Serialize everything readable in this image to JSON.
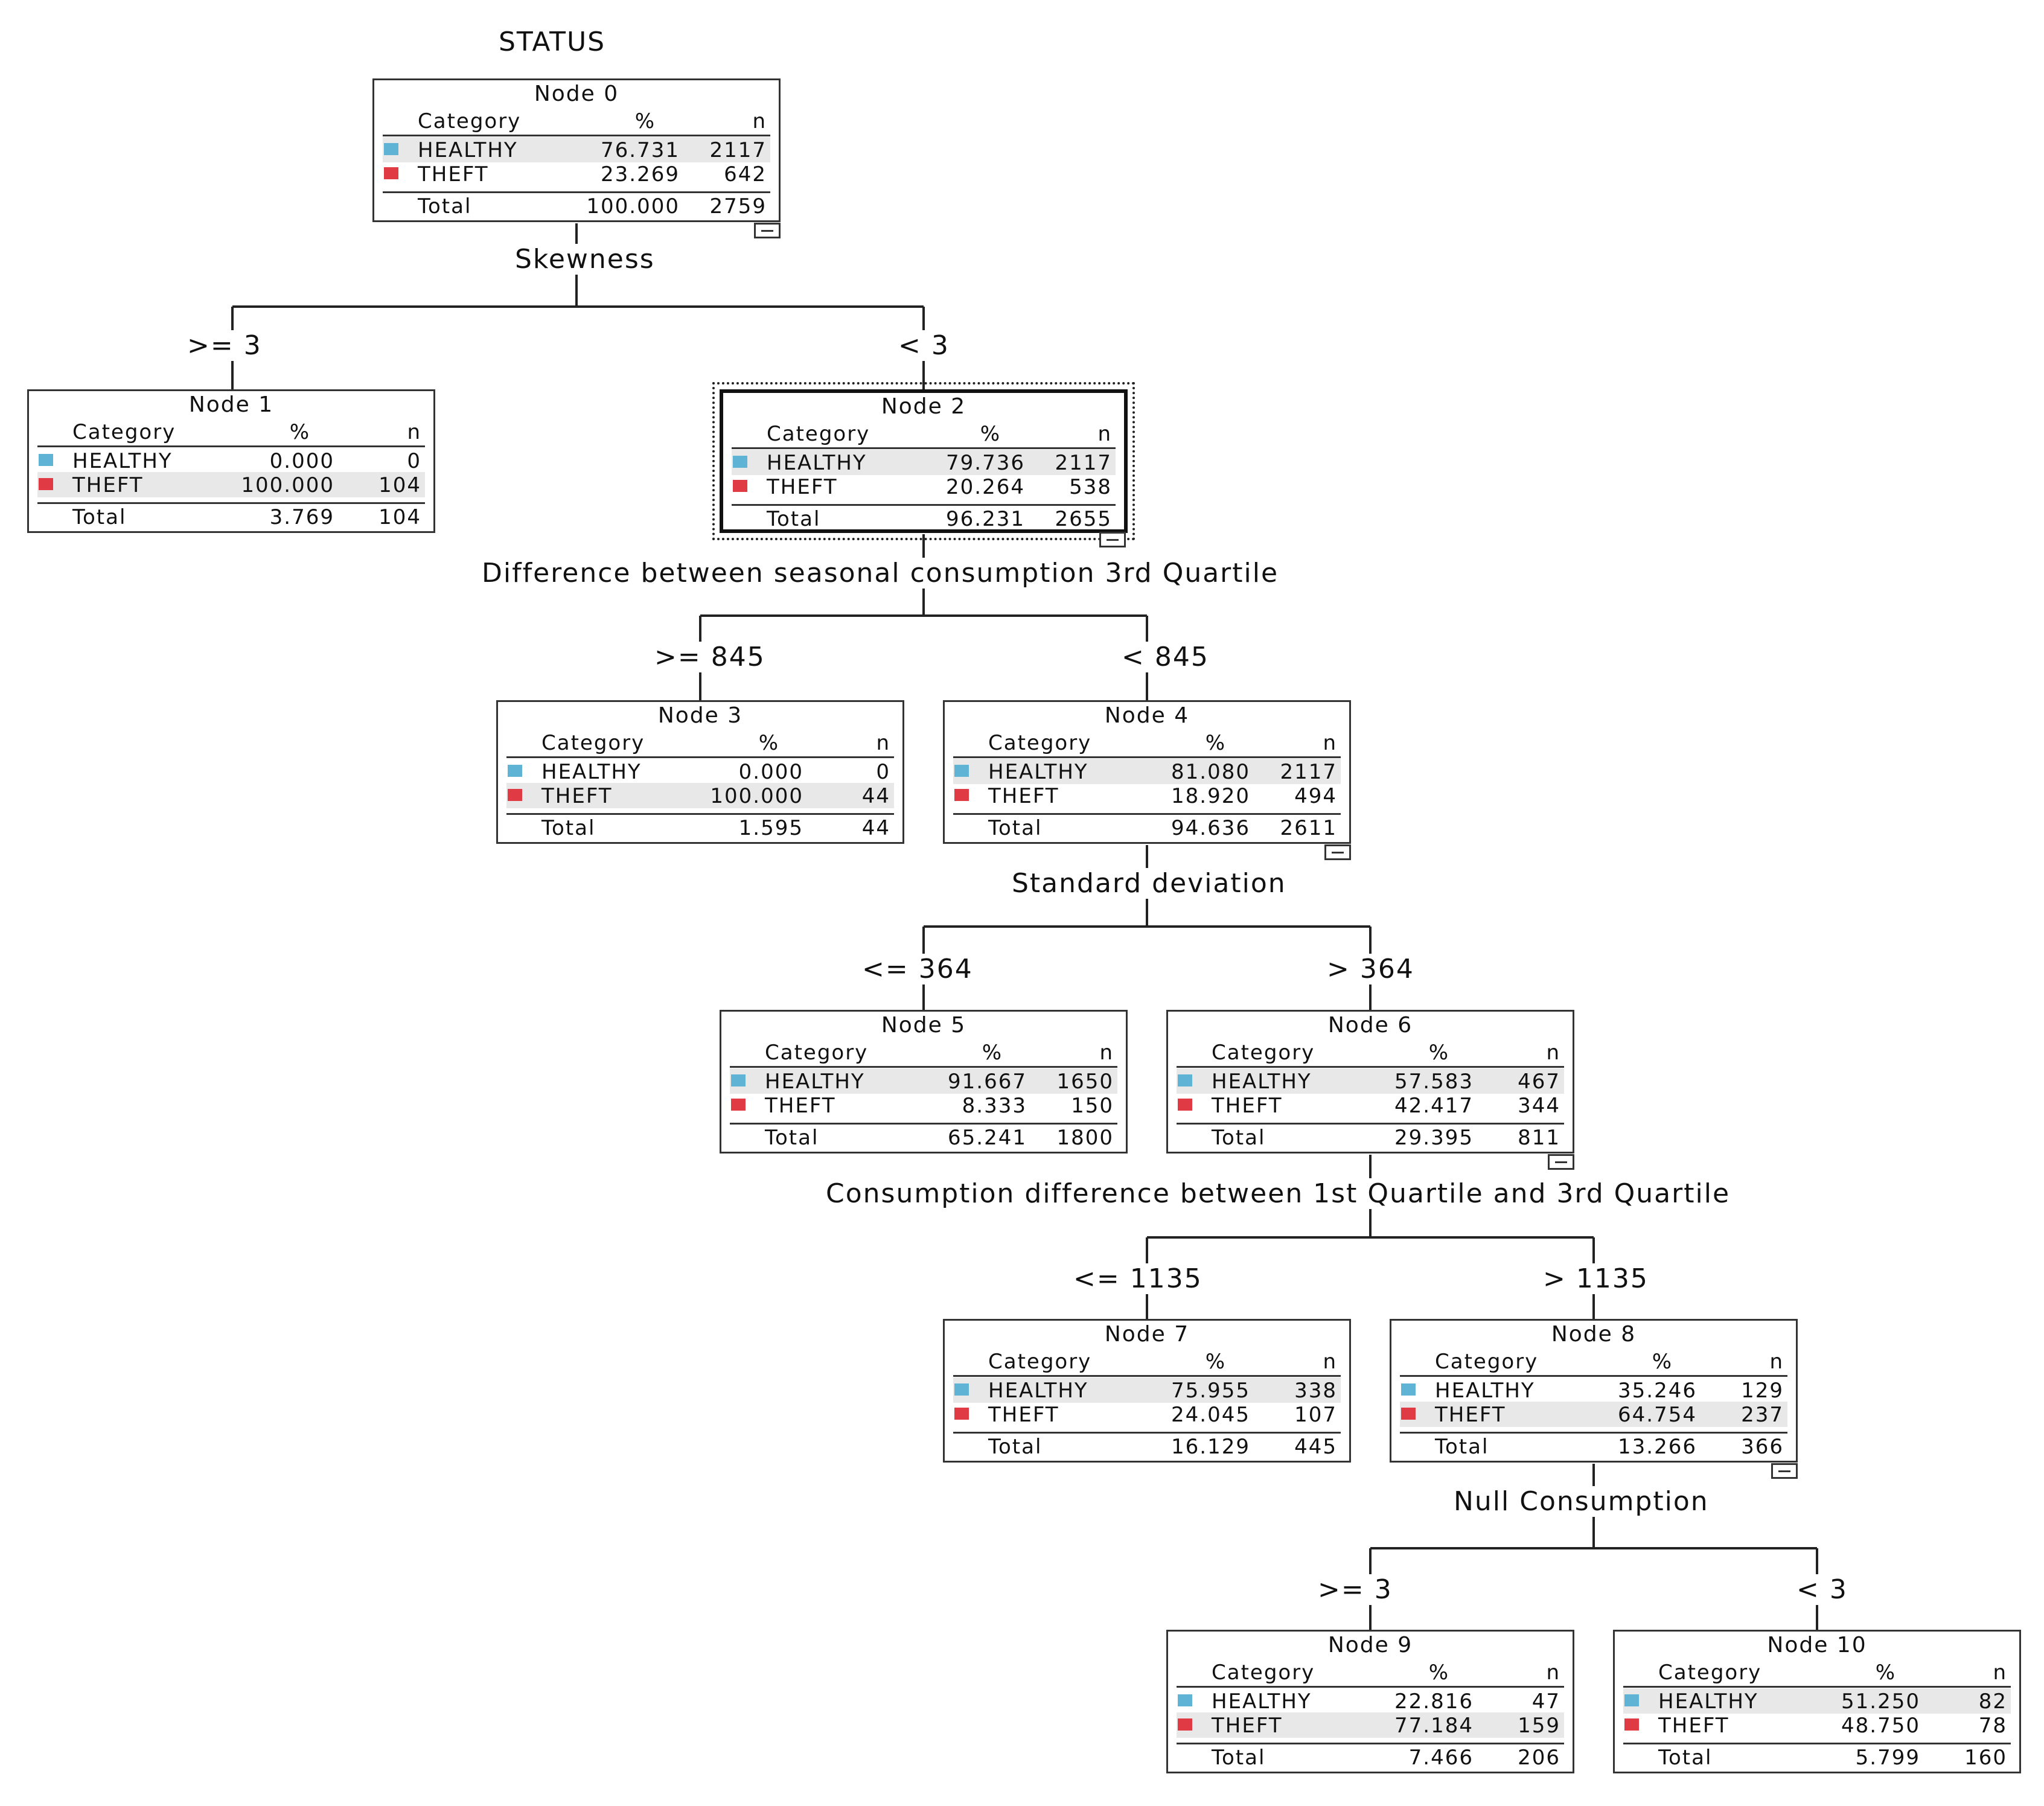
{
  "target": "STATUS",
  "header": {
    "category": "Category",
    "percent": "%",
    "n": "n"
  },
  "nodes": [
    {
      "title": "Node 0",
      "healthy": {
        "label": "HEALTHY",
        "pct": "76.731",
        "n": "2117"
      },
      "theft": {
        "label": "THEFT",
        "pct": "23.269",
        "n": "642"
      },
      "total": {
        "label": "Total",
        "pct": "100.000",
        "n": "2759"
      }
    },
    {
      "title": "Node 1",
      "healthy": {
        "label": "HEALTHY",
        "pct": "0.000",
        "n": "0"
      },
      "theft": {
        "label": "THEFT",
        "pct": "100.000",
        "n": "104"
      },
      "total": {
        "label": "Total",
        "pct": "3.769",
        "n": "104"
      }
    },
    {
      "title": "Node 2",
      "healthy": {
        "label": "HEALTHY",
        "pct": "79.736",
        "n": "2117"
      },
      "theft": {
        "label": "THEFT",
        "pct": "20.264",
        "n": "538"
      },
      "total": {
        "label": "Total",
        "pct": "96.231",
        "n": "2655"
      }
    },
    {
      "title": "Node 3",
      "healthy": {
        "label": "HEALTHY",
        "pct": "0.000",
        "n": "0"
      },
      "theft": {
        "label": "THEFT",
        "pct": "100.000",
        "n": "44"
      },
      "total": {
        "label": "Total",
        "pct": "1.595",
        "n": "44"
      }
    },
    {
      "title": "Node 4",
      "healthy": {
        "label": "HEALTHY",
        "pct": "81.080",
        "n": "2117"
      },
      "theft": {
        "label": "THEFT",
        "pct": "18.920",
        "n": "494"
      },
      "total": {
        "label": "Total",
        "pct": "94.636",
        "n": "2611"
      }
    },
    {
      "title": "Node 5",
      "healthy": {
        "label": "HEALTHY",
        "pct": "91.667",
        "n": "1650"
      },
      "theft": {
        "label": "THEFT",
        "pct": "8.333",
        "n": "150"
      },
      "total": {
        "label": "Total",
        "pct": "65.241",
        "n": "1800"
      }
    },
    {
      "title": "Node 6",
      "healthy": {
        "label": "HEALTHY",
        "pct": "57.583",
        "n": "467"
      },
      "theft": {
        "label": "THEFT",
        "pct": "42.417",
        "n": "344"
      },
      "total": {
        "label": "Total",
        "pct": "29.395",
        "n": "811"
      }
    },
    {
      "title": "Node 7",
      "healthy": {
        "label": "HEALTHY",
        "pct": "75.955",
        "n": "338"
      },
      "theft": {
        "label": "THEFT",
        "pct": "24.045",
        "n": "107"
      },
      "total": {
        "label": "Total",
        "pct": "16.129",
        "n": "445"
      }
    },
    {
      "title": "Node 8",
      "healthy": {
        "label": "HEALTHY",
        "pct": "35.246",
        "n": "129"
      },
      "theft": {
        "label": "THEFT",
        "pct": "64.754",
        "n": "237"
      },
      "total": {
        "label": "Total",
        "pct": "13.266",
        "n": "366"
      }
    },
    {
      "title": "Node 9",
      "healthy": {
        "label": "HEALTHY",
        "pct": "22.816",
        "n": "47"
      },
      "theft": {
        "label": "THEFT",
        "pct": "77.184",
        "n": "159"
      },
      "total": {
        "label": "Total",
        "pct": "7.466",
        "n": "206"
      }
    },
    {
      "title": "Node 10",
      "healthy": {
        "label": "HEALTHY",
        "pct": "51.250",
        "n": "82"
      },
      "theft": {
        "label": "THEFT",
        "pct": "48.750",
        "n": "78"
      },
      "total": {
        "label": "Total",
        "pct": "5.799",
        "n": "160"
      }
    }
  ],
  "splits": {
    "skewness": {
      "variable": "Skewness",
      "left": ">= 3",
      "right": "< 3"
    },
    "seasonal": {
      "variable": "Difference between seasonal consumption 3rd Quartile",
      "left": ">= 845",
      "right": "< 845"
    },
    "stddev": {
      "variable": "Standard deviation",
      "left": "<= 364",
      "right": "> 364"
    },
    "quartile": {
      "variable": "Consumption difference between 1st Quartile and 3rd Quartile",
      "left": "<= 1135",
      "right": "> 1135"
    },
    "null": {
      "variable": "Null Consumption",
      "left": ">= 3",
      "right": "< 3"
    }
  },
  "colors": {
    "healthy": "#5fb4d6",
    "theft": "#e03a44",
    "selected_node": "Node 2"
  }
}
